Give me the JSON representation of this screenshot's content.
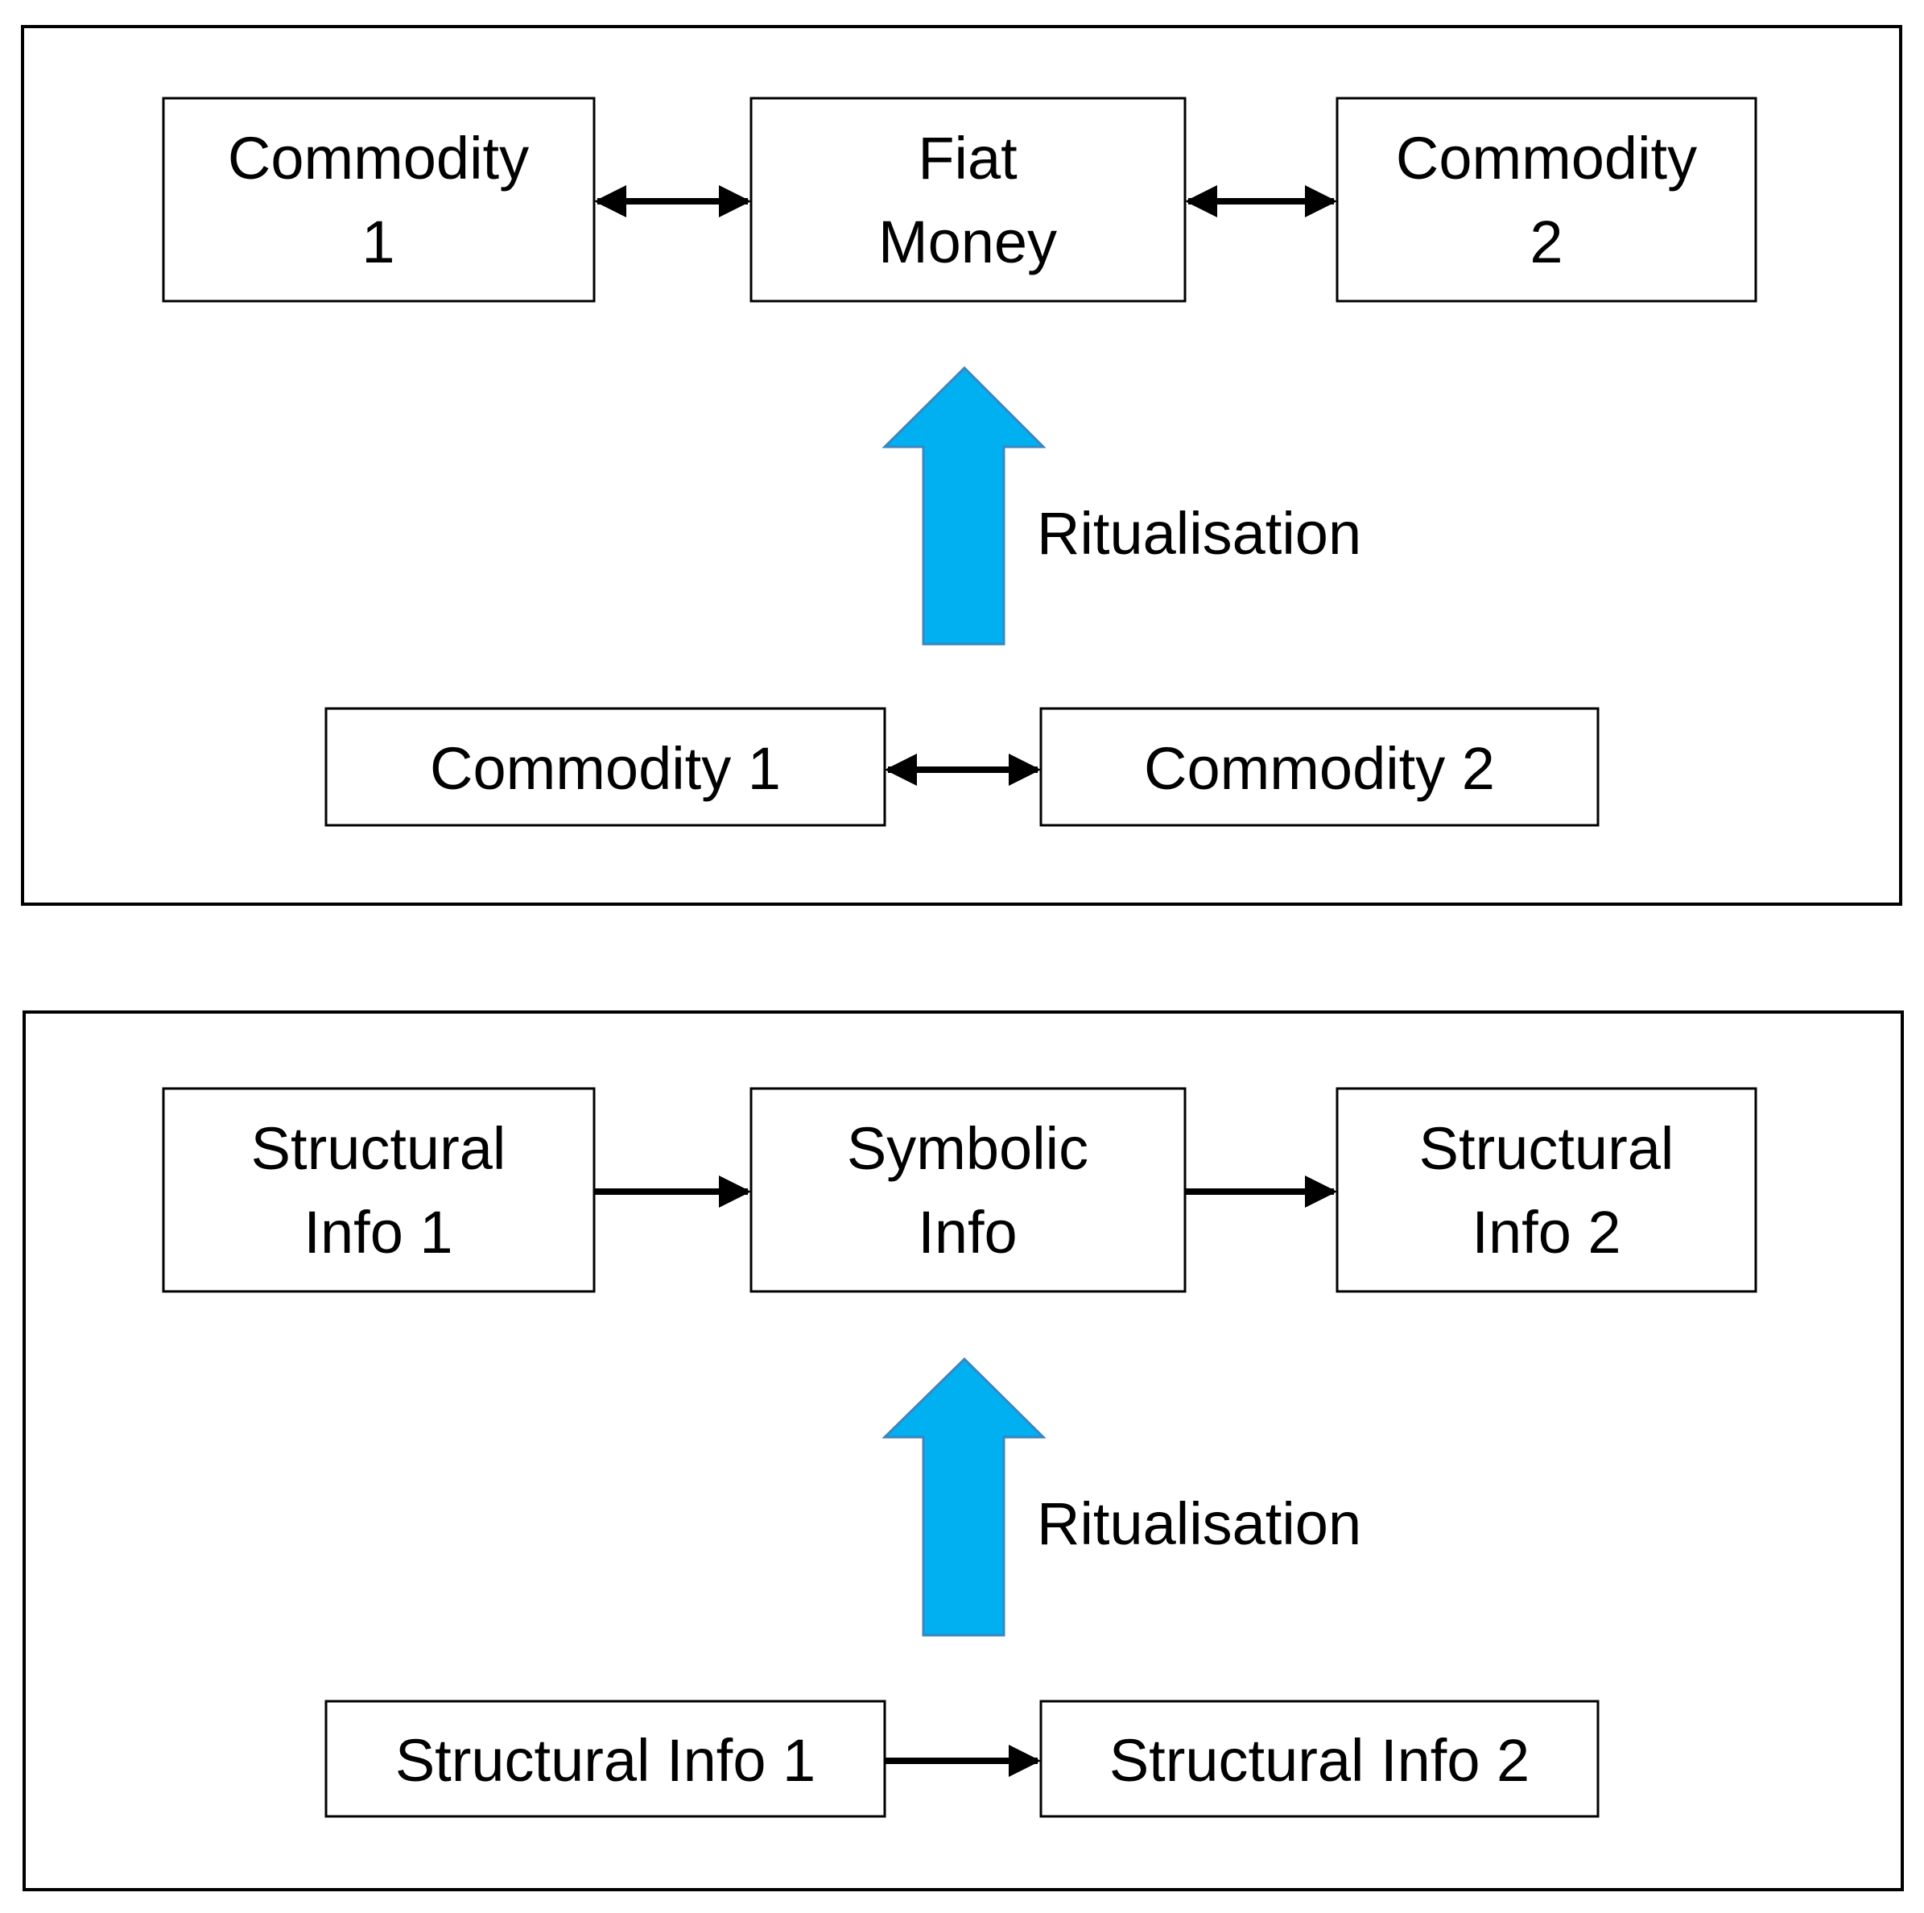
{
  "colors": {
    "border": "#000000",
    "arrow_fill": "#00b0f0",
    "arrow_stroke": "#3a86c0",
    "connector": "#000000"
  },
  "panels": [
    {
      "top_left_box": [
        "Commodity",
        "1"
      ],
      "top_center_box": [
        "Fiat",
        "Money"
      ],
      "top_right_box": [
        "Commodity",
        "2"
      ],
      "top_connector_style": "double-headed",
      "arrow_label": "Ritualisation",
      "bottom_left_box": "Commodity 1",
      "bottom_right_box": "Commodity 2",
      "bottom_connector_style": "double-headed"
    },
    {
      "top_left_box": [
        "Structural",
        "Info 1"
      ],
      "top_center_box": [
        "Symbolic",
        "Info"
      ],
      "top_right_box": [
        "Structural",
        "Info 2"
      ],
      "top_connector_style": "single-headed",
      "arrow_label": "Ritualisation",
      "bottom_left_box": "Structural Info 1",
      "bottom_right_box": "Structural Info 2",
      "bottom_connector_style": "single-headed"
    }
  ]
}
